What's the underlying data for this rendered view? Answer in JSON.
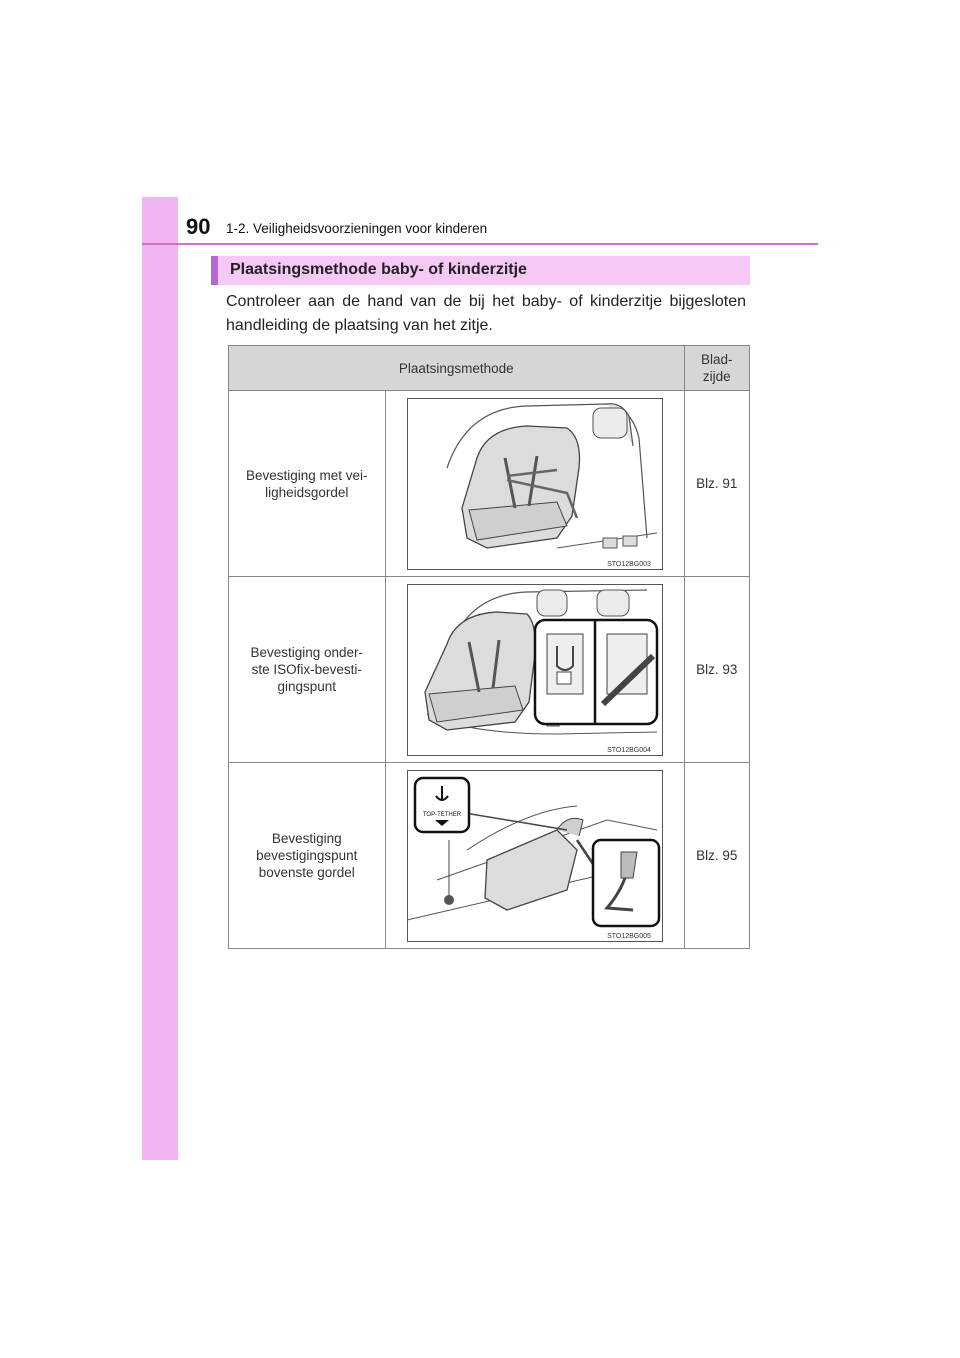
{
  "header": {
    "page_number": "90",
    "chapter": "1-2. Veiligheidsvoorzieningen voor kinderen"
  },
  "section": {
    "title": "Plaatsingsmethode baby- of kinderzitje",
    "intro": "Controleer aan de hand van de bij het baby- of kinderzitje bijgesloten handleiding de plaatsing van het zitje."
  },
  "table": {
    "col_method": "Plaatsingsmethode",
    "col_page": "Blad-\nzijde",
    "rows": [
      {
        "method": "Bevestiging met vei-\nligheidsgordel",
        "page": "Blz. 91",
        "figure_code": "STO12BG003"
      },
      {
        "method": "Bevestiging onder-\nste ISOfix-bevesti-\ngingspunt",
        "page": "Blz. 93",
        "figure_code": "STO12BG004"
      },
      {
        "method": "Bevestiging\nbevestigingspunt\nbovenste gordel",
        "page": "Blz. 95",
        "figure_code": "STO12BG005",
        "badge_text": "TOP-TETHER"
      }
    ]
  },
  "colors": {
    "sidebar": "#f0b4f0",
    "rule": "#d66dd6",
    "banner": "#f5c8f5",
    "banner_accent": "#b765d8",
    "table_header": "#d6d6d6"
  }
}
